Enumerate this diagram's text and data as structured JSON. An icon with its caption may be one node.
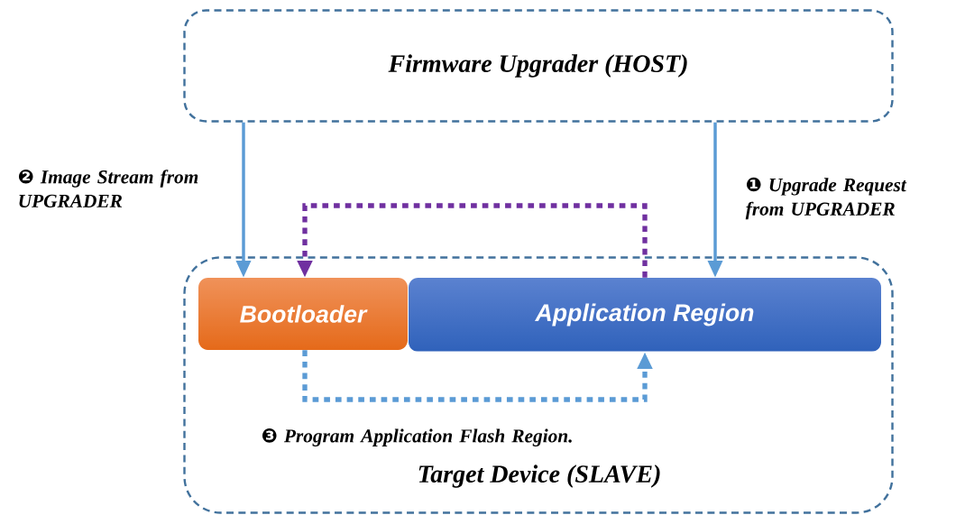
{
  "diagram": {
    "nodes": [
      {
        "text": [
          "Firmware Upgrader (HOST)"
        ]
      },
      {
        "text": [
          "Target Device (SLAVE)"
        ]
      },
      {
        "text": [
          "Bootloader"
        ],
        "in": 1
      },
      {
        "text": [
          "Application Region"
        ],
        "in": 1
      }
    ],
    "edges": [
      {
        "from": 0,
        "to": 2,
        "arrow": "to",
        "label": "❷ Image Stream from UPGRADER"
      },
      {
        "from": 0,
        "to": 3,
        "arrow": "to",
        "label": "❶ Upgrade Request from UPGRADER"
      },
      {
        "from": 3,
        "to": 2,
        "arrow": "to",
        "style": "dashed",
        "color": "#7030a0"
      },
      {
        "from": 2,
        "to": 3,
        "arrow": "to",
        "style": "dashed",
        "label": "❸ Program Application Flash Region."
      }
    ]
  }
}
